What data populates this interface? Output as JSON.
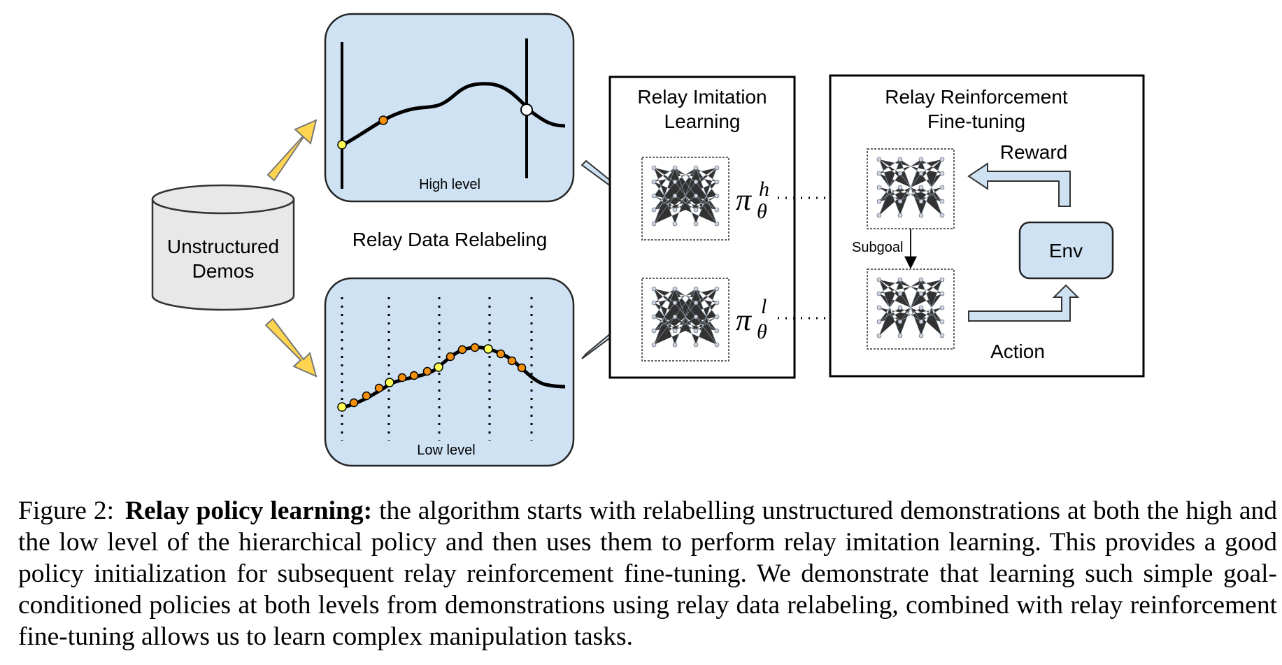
{
  "diagram": {
    "database_label_line1": "Unstructured",
    "database_label_line2": "Demos",
    "high_level_label": "High level",
    "low_level_label": "Low level",
    "relabeling_label": "Relay Data Relabeling",
    "imitation_title_line1": "Relay Imitation",
    "imitation_title_line2": "Learning",
    "finetune_title_line1": "Relay Reinforcement",
    "finetune_title_line2": "Fine-tuning",
    "policy_high_base": "π",
    "policy_high_sup": "h",
    "policy_high_sub": "θ",
    "policy_low_base": "π",
    "policy_low_sup": "l",
    "policy_low_sub": "θ",
    "reward_label": "Reward",
    "env_label": "Env",
    "subgoal_label": "Subgoal",
    "action_label": "Action",
    "colors": {
      "panel_fill": "#cfe2f3",
      "yellow_arrow": "#ffd54f",
      "orange_dot": "#f5900c",
      "yellow_dot": "#ffff55"
    }
  },
  "caption": {
    "label": "Figure 2:",
    "title": "Relay policy learning:",
    "text": "the algorithm starts with relabelling unstructured demonstrations at both the high and the low level of the hierarchical policy and then uses them to perform relay imitation learning. This provides a good policy initialization for subsequent relay reinforcement fine-tuning. We demonstrate that learning such simple goal-conditioned policies at both levels from demonstrations using relay data relabeling, combined with relay reinforcement fine-tuning allows us to learn complex manipulation tasks."
  }
}
